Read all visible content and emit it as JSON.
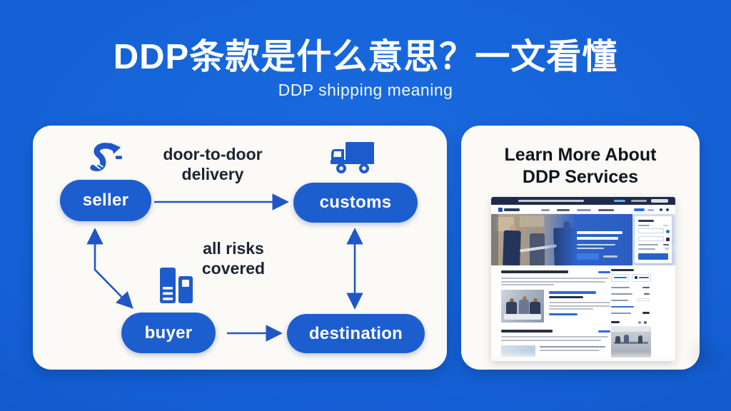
{
  "page": {
    "title": "DDP条款是什么意思？一文看懂",
    "subtitle": "DDP shipping meaning",
    "background_color": "#1460d4"
  },
  "diagram": {
    "card_color": "#fbfaf6",
    "pill_color": "#1d5ecf",
    "arrow_color": "#2156c7",
    "text_color": "#1c2433",
    "nodes": [
      {
        "id": "seller",
        "label": "seller",
        "icon": "money-transfer-icon"
      },
      {
        "id": "customs",
        "label": "customs",
        "icon": "truck-icon"
      },
      {
        "id": "buyer",
        "label": "buyer",
        "icon": "buildings-icon"
      },
      {
        "id": "destination",
        "label": "destination"
      }
    ],
    "annotations": {
      "door_line1": "door-to-door",
      "door_line2": "delivery",
      "risks_line1": "all risks",
      "risks_line2": "covered"
    }
  },
  "promo": {
    "heading_line1": "Learn More About",
    "heading_line2": "DDP Services",
    "thumbnail": "ddp-services-website-screenshot"
  }
}
